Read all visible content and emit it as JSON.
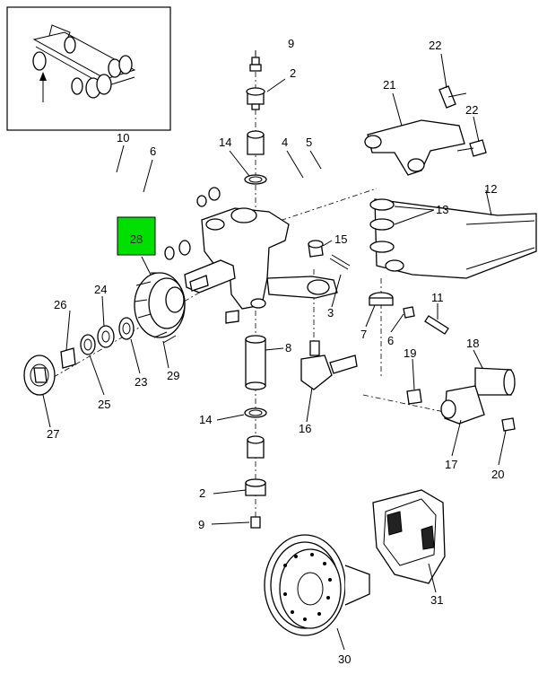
{
  "highlight": {
    "number": "28",
    "color": "#00e000"
  },
  "callouts": [
    {
      "id": "c9a",
      "text": "9"
    },
    {
      "id": "c2a",
      "text": "2"
    },
    {
      "id": "c22a",
      "text": "22"
    },
    {
      "id": "c21",
      "text": "21"
    },
    {
      "id": "c22b",
      "text": "22"
    },
    {
      "id": "c10",
      "text": "10"
    },
    {
      "id": "c6a",
      "text": "6"
    },
    {
      "id": "c14a",
      "text": "14"
    },
    {
      "id": "c4",
      "text": "4"
    },
    {
      "id": "c5",
      "text": "5"
    },
    {
      "id": "c12",
      "text": "12"
    },
    {
      "id": "c13",
      "text": "13"
    },
    {
      "id": "c15",
      "text": "15"
    },
    {
      "id": "c26",
      "text": "26"
    },
    {
      "id": "c24",
      "text": "24"
    },
    {
      "id": "c3",
      "text": "3"
    },
    {
      "id": "c11",
      "text": "11"
    },
    {
      "id": "c7",
      "text": "7"
    },
    {
      "id": "c6b",
      "text": "6"
    },
    {
      "id": "c8",
      "text": "8"
    },
    {
      "id": "c18",
      "text": "18"
    },
    {
      "id": "c19",
      "text": "19"
    },
    {
      "id": "c23",
      "text": "23"
    },
    {
      "id": "c29",
      "text": "29"
    },
    {
      "id": "c25",
      "text": "25"
    },
    {
      "id": "c16",
      "text": "16"
    },
    {
      "id": "c27",
      "text": "27"
    },
    {
      "id": "c14b",
      "text": "14"
    },
    {
      "id": "c17",
      "text": "17"
    },
    {
      "id": "c20",
      "text": "20"
    },
    {
      "id": "c2b",
      "text": "2"
    },
    {
      "id": "c9b",
      "text": "9"
    },
    {
      "id": "c31",
      "text": "31"
    },
    {
      "id": "c30",
      "text": "30"
    }
  ]
}
